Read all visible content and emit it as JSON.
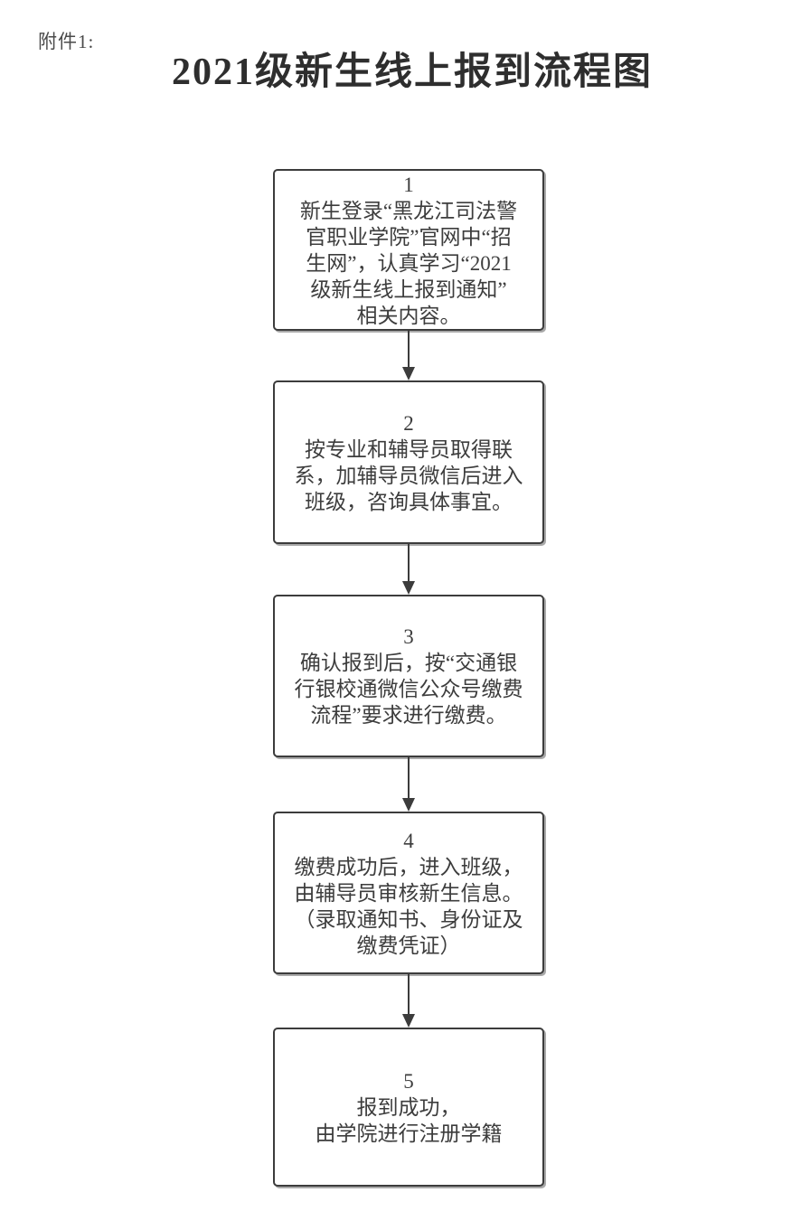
{
  "page": {
    "attachment_label": "附件1:",
    "title": "2021级新生线上报到流程图"
  },
  "colors": {
    "background": "#ffffff",
    "box_border": "#3c3c3c",
    "text": "#3d3d3d",
    "shadow": "#a9a9a9"
  },
  "flowchart": {
    "steps": [
      {
        "number": "1",
        "text": "新生登录“黑龙江司法警\n官职业学院”官网中“招\n生网”，认真学习“2021\n级新生线上报到通知”\n相关内容。"
      },
      {
        "number": "2",
        "text": "按专业和辅导员取得联\n系，加辅导员微信后进入\n班级，咨询具体事宜。"
      },
      {
        "number": "3",
        "text": "确认报到后，按“交通银\n行银校通微信公众号缴费\n流程”要求进行缴费。"
      },
      {
        "number": "4",
        "text": "缴费成功后，进入班级，\n由辅导员审核新生信息。\n（录取通知书、身份证及\n缴费凭证）"
      },
      {
        "number": "5",
        "text": "报到成功，\n由学院进行注册学籍"
      }
    ]
  }
}
